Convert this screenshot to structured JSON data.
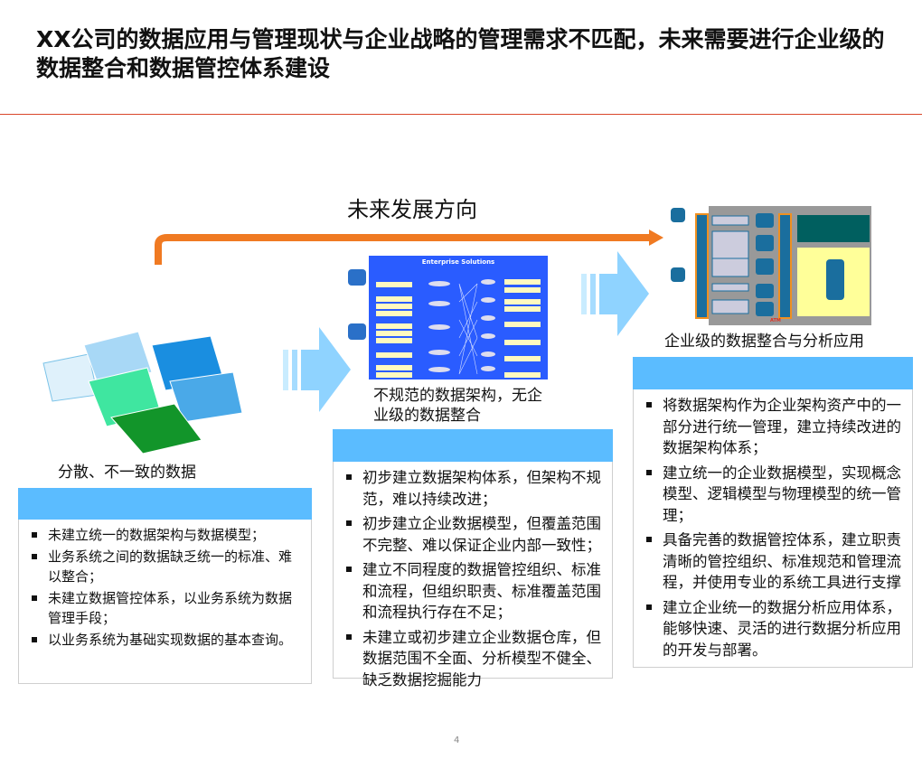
{
  "title": "XX公司的数据应用与管理现状与企业战略的管理需求不匹配，未来需要进行企业级的数据整合和数据管控体系建设",
  "direction_label": "未来发展方向",
  "colors": {
    "accent": "#f07a22",
    "header": "#5bbcff",
    "rule": "#d9472b"
  },
  "stages": [
    {
      "caption": "分散、不一致的数据",
      "bullets": [
        "未建立统一的数据架构与数据模型；",
        "业务系统之间的数据缺乏统一的标准、难以整合；",
        "未建立数据管控体系，以业务系统为数据管理手段；",
        "以业务系统为基础实现数据的基本查询。"
      ]
    },
    {
      "caption": "不规范的数据架构，无企业级的数据整合",
      "image_title": "Enterprise Solutions",
      "bullets": [
        "初步建立数据架构体系，但架构不规范，难以持续改进；",
        "初步建立企业数据模型，但覆盖范围不完整、难以保证企业内部一致性；",
        "建立不同程度的数据管控组织、标准和流程，但组织职责、标准覆盖范围和流程执行存在不足；",
        "未建立或初步建立企业数据仓库，但数据范围不全面、分析模型不健全、缺乏数据挖掘能力"
      ]
    },
    {
      "caption": "企业级的数据整合与分析应用",
      "bullets": [
        "将数据架构作为企业架构资产中的一部分进行统一管理，建立持续改进的数据架构体系；",
        "建立统一的企业数据模型，实现概念模型、逻辑模型与物理模型的统一管理；",
        "具备完善的数据管控体系，建立职责清晰的管控组织、标准规范和管理流程，并使用专业的系统工具进行支撑",
        "建立企业统一的数据分析应用体系，能够快速、灵活的进行数据分析应用的开发与部署。"
      ]
    }
  ],
  "page_number": "4"
}
